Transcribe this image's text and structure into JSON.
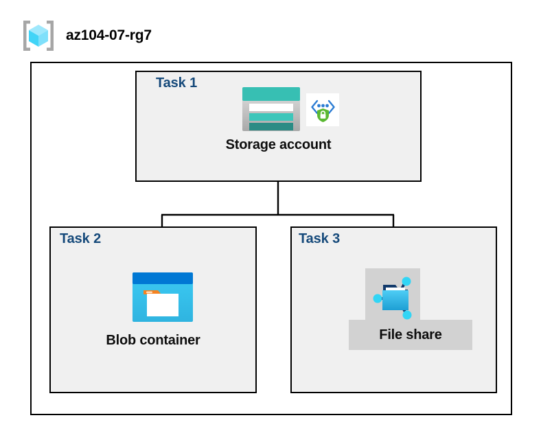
{
  "header": {
    "icon": "resource-group-icon",
    "title": "az104-07-rg7"
  },
  "diagram": {
    "container_name": "az104-07-rg7",
    "tasks": [
      {
        "id": "task1",
        "label": "Task 1",
        "node_label": "Storage account",
        "icons": [
          "storage-account-icon",
          "secure-endpoint-icon"
        ]
      },
      {
        "id": "task2",
        "label": "Task 2",
        "node_label": "Blob container",
        "icons": [
          "blob-container-icon"
        ]
      },
      {
        "id": "task3",
        "label": "Task 3",
        "node_label": "File share",
        "icons": [
          "file-share-icon"
        ]
      }
    ],
    "connections": [
      {
        "from": "task1",
        "to": "task2"
      },
      {
        "from": "task1",
        "to": "task3"
      }
    ]
  },
  "colors": {
    "task_label": "#15497a",
    "box_fill": "#f0f0f0",
    "box_border": "#000000",
    "page_background": "#ffffff",
    "connector": "#000000",
    "storage_teal": "#37bfb3",
    "storage_dark_teal": "#2b8c85",
    "storage_gray": "#b3b3b3",
    "blob_titlebar_blue": "#0078d4",
    "blob_body_cyan": "#32c2f0",
    "blob_tab_orange": "#f58220",
    "fileshare_blue": "#32bff0",
    "fileshare_node_cyan": "#32d5f5",
    "endpoint_blue": "#2b7cd3",
    "endpoint_green": "#5bb832",
    "rg_cube_cyan": "#7fe0fb",
    "rg_bracket_gray": "#a6a6a6",
    "label_backdrop_gray": "#d2d2d2"
  }
}
